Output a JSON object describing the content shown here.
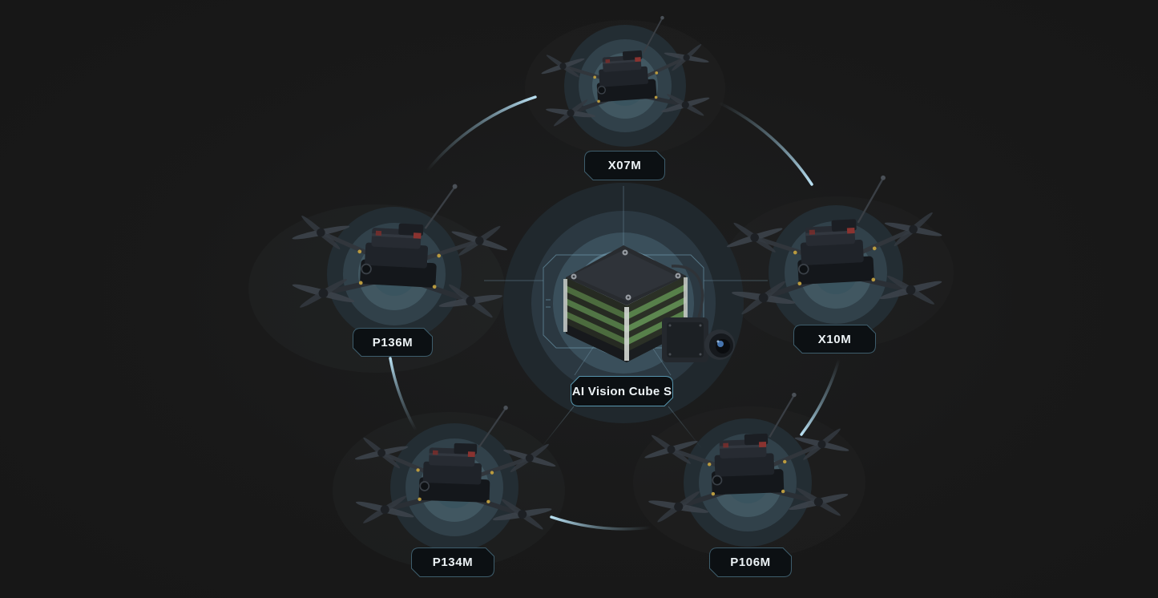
{
  "diagram": {
    "center_device": {
      "label": "AI Vision Cube S"
    },
    "drones": {
      "top": {
        "label": "X07M"
      },
      "right": {
        "label": "X10M"
      },
      "bottom_right": {
        "label": "P106M"
      },
      "bottom_left": {
        "label": "P134M"
      },
      "left": {
        "label": "P136M"
      }
    },
    "icons": {
      "drone": "quadcopter-illustration",
      "center": "ai-cube-with-camera-illustration"
    },
    "colors": {
      "background": "#191919",
      "arc_accent": "#b9e0f2",
      "drone_label_border": "#3e5d6c",
      "center_label_border": "#5795ad",
      "glow_core": "#e8f4f9"
    }
  }
}
